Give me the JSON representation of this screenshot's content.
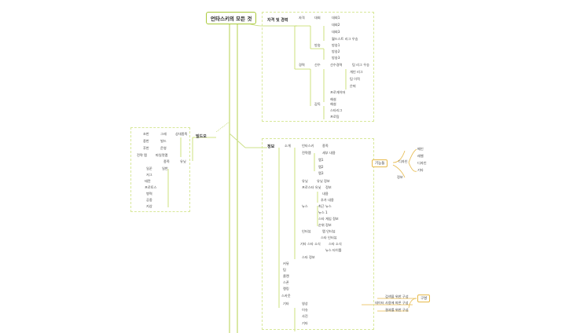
{
  "root": {
    "label": "언타스키의 모든 것"
  },
  "section_history": {
    "label": "자격 및 경력",
    "branches": [
      {
        "label": "자격",
        "children": [
          {
            "label": "대회",
            "children": [
              "대회1",
              "대회2",
              "대회3",
              "월드스트 리그 우승"
            ]
          },
          {
            "label": "방송",
            "children": [
              "방송1",
              "방송2",
              "방송3"
            ]
          }
        ]
      },
      {
        "label": "경력",
        "children": [
          {
            "label": "선수",
            "children": [
              {
                "label": "선수경력",
                "children": [
                  "팀 리그 우승",
                  "개인 리그",
                  "팀 이적",
                  "은퇴"
                ]
              },
              {
                "label": "",
                "children": [
                  "프로게이머",
                  "해설"
                ]
              }
            ]
          },
          {
            "label": "감독",
            "children": [
              "해설",
              "스타리그",
              "프로팀"
            ]
          }
        ]
      }
    ]
  },
  "section_build": {
    "label": "빌드오",
    "groups": [
      {
        "label": "상대종족",
        "pairs": [
          [
            "초반",
            "그레"
          ],
          [
            "중반",
            "빌드"
          ],
          [
            "후반",
            "운영"
          ],
          [
            "전략 맵",
            "파일럿맵"
          ]
        ]
      },
      {
        "label": "유닛",
        "sub": "종족",
        "items": [
          "일꾼",
          "일반",
          "저그",
          "테란",
          "프로토스",
          "병력",
          "공중",
          "지상"
        ]
      }
    ]
  },
  "section_info": {
    "label": "정보",
    "branches": [
      {
        "label": "소개",
        "children": [
          {
            "label": "언타스키",
            "children": [
              "종족"
            ]
          },
          {
            "label": "전략맵",
            "children": [
              "세부 내용",
              "맵1",
              "맵2",
              "맵3"
            ]
          },
          {
            "label": "유닛",
            "children": [
              "유닛 정보"
            ]
          },
          {
            "label": "프로스타 유닛",
            "children": [
              "정보",
              "내용",
              "추가 내용"
            ]
          },
          {
            "label": "뉴스",
            "children": [
              "최근 뉴스",
              "뉴스 1",
              "스타 게임 정보",
              "순위 정보"
            ]
          },
          {
            "label": "인터뷰",
            "children": [
              "맵 인터뷰",
              "스타 인터뷰"
            ]
          },
          {
            "label": "기타 스타 소식",
            "children": [
              "스타 소식",
              "뉴스 타이틀"
            ]
          },
          {
            "label": "스타 정보"
          }
        ]
      },
      {
        "label": "커뮤"
      },
      {
        "label": "팀"
      },
      {
        "label": "클랜"
      },
      {
        "label": "스폰"
      },
      {
        "label": "랭킹"
      },
      {
        "label": "스카웃"
      },
      {
        "label": "기타",
        "children": [
          "영상",
          "이슈",
          "사진",
          "기타"
        ]
      }
    ]
  },
  "section_features": {
    "label": "기능들",
    "branches": [
      {
        "label": "디자인",
        "children": [
          "메인",
          "레벨",
          "디자인",
          "기타"
        ]
      },
      {
        "label": "정보"
      }
    ]
  },
  "section_structure": {
    "label": "구성",
    "children": [
      "검색을 위한 구성",
      "데이터 사용에 따른 구성",
      "결과를 위한 구성"
    ]
  },
  "colors": {
    "line": "#a9c93a",
    "line_light": "#cde08a",
    "accent_orange": "#e6b94a"
  }
}
